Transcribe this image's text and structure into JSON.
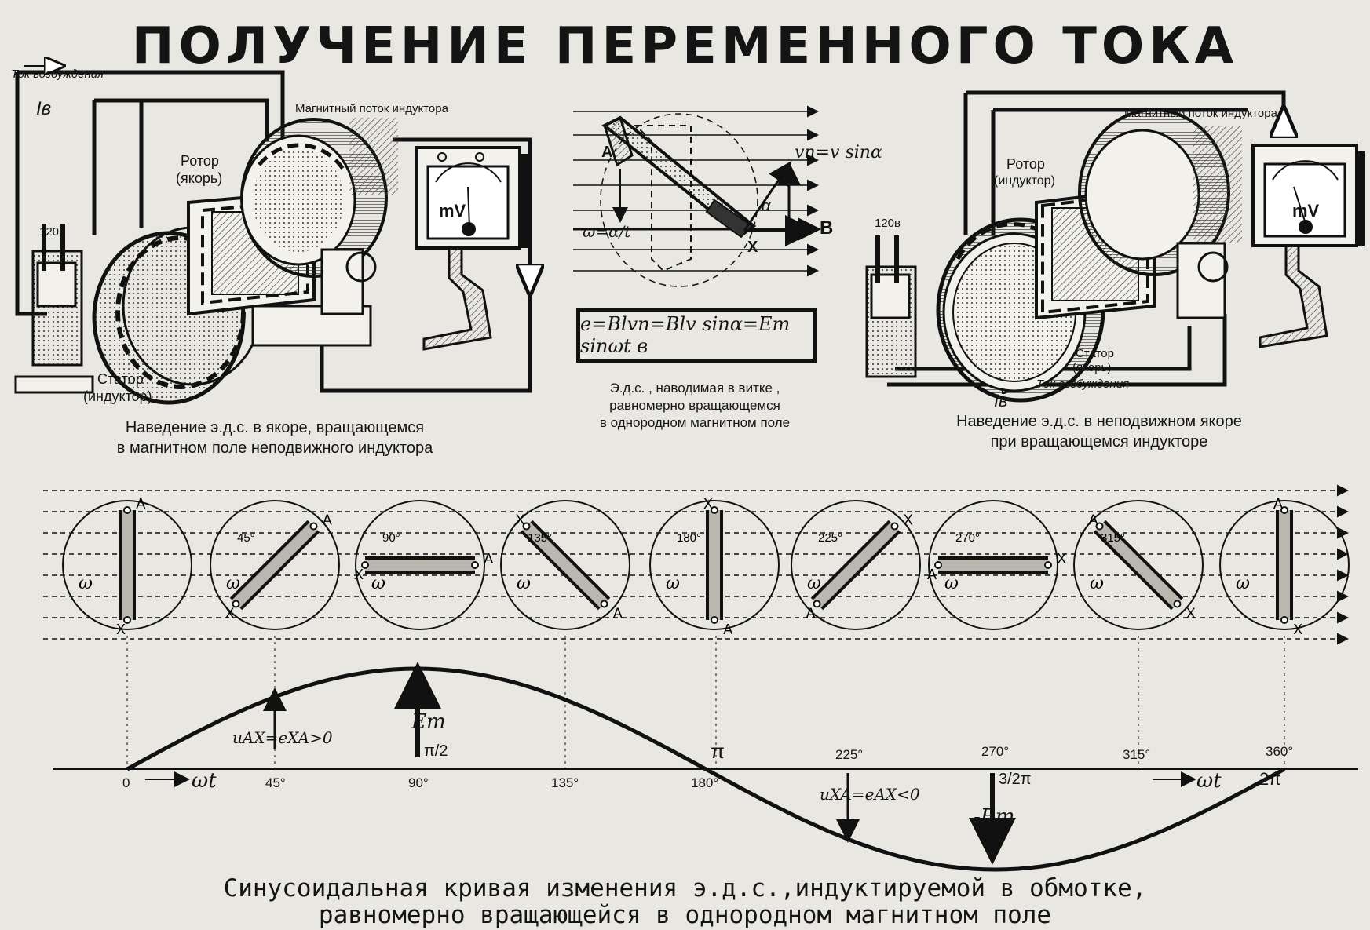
{
  "title": "ПОЛУЧЕНИЕ ПЕРЕМЕННОГО ТОКА",
  "left_panel": {
    "excitation_current": "Ток возбуждения",
    "ib": "Iв",
    "magnetic_flux": "Магнитный поток индуктора",
    "rotor": "Ротор",
    "rotor_sub": "(якорь)",
    "stator": "Статор",
    "stator_sub": "(индуктор)",
    "voltage": "120в",
    "meter_unit": "mV",
    "caption_line1": "Наведение э.д.с. в якоре, вращающемся",
    "caption_line2": "в магнитном поле неподвижного индуктора"
  },
  "center_panel": {
    "vn_formula": "vn=v sinα",
    "omega_formula": "ω=α/t",
    "b_label": "B",
    "point_a": "A",
    "point_x": "X",
    "alpha": "α",
    "formula": "e=Blvn=Blv sinα=Em sinωt в",
    "caption_line1": "Э.д.с. , наводимая в витке ,",
    "caption_line2": "равномерно вращающемся",
    "caption_line3": "в однородном магнитном поле"
  },
  "right_panel": {
    "magnetic_flux": "Магнитный поток индуктора",
    "rotor": "Ротор",
    "rotor_sub": "(индуктор)",
    "stator": "Статор",
    "stator_sub": "(якорь)",
    "excitation_current": "Ток возбуждения",
    "ib": "Iв",
    "voltage": "120в",
    "meter_unit": "mV",
    "caption_line1": "Наведение э.д.с. в неподвижном якоре",
    "caption_line2": "при вращающемся индукторе"
  },
  "positions": [
    {
      "angle_label": "",
      "a": "A",
      "x": "X",
      "omega": "ω"
    },
    {
      "angle_label": "45°",
      "a": "A",
      "x": "X",
      "omega": "ω"
    },
    {
      "angle_label": "90°",
      "a": "A",
      "x": "X",
      "omega": "ω"
    },
    {
      "angle_label": "135°",
      "a": "A",
      "x": "X",
      "omega": "ω"
    },
    {
      "angle_label": "180°",
      "a": "A",
      "x": "X",
      "omega": "ω"
    },
    {
      "angle_label": "225°",
      "a": "A",
      "x": "X",
      "omega": "ω"
    },
    {
      "angle_label": "270°",
      "a": "A",
      "x": "X",
      "omega": "ω"
    },
    {
      "angle_label": "315°",
      "a": "A",
      "x": "X",
      "omega": "ω"
    },
    {
      "angle_label": "",
      "a": "A",
      "x": "X",
      "omega": "ω"
    }
  ],
  "rotation_angles_deg": [
    0,
    45,
    90,
    135,
    180,
    225,
    270,
    315,
    360
  ],
  "graph": {
    "x_ticks": [
      "0",
      "45°",
      "90°",
      "135°",
      "180°",
      "225°",
      "270°",
      "315°",
      "360°"
    ],
    "pi_half": "π/2",
    "pi": "π",
    "three_half_pi": "3/2π",
    "two_pi": "2π",
    "omega_t": "ωt",
    "em": "Em",
    "neg_em": "-Em",
    "positive_label": "uAX=eXA>0",
    "negative_label": "uXA=eAX<0"
  },
  "bottom_caption_line1": "Синусоидальная кривая изменения э.д.с.,индуктируемой в обмотке,",
  "bottom_caption_line2": "равномерно вращающейся в однородном магнитном поле",
  "colors": {
    "ink": "#141414",
    "paper": "#e9e7e2",
    "shade": "#8a8a86"
  }
}
